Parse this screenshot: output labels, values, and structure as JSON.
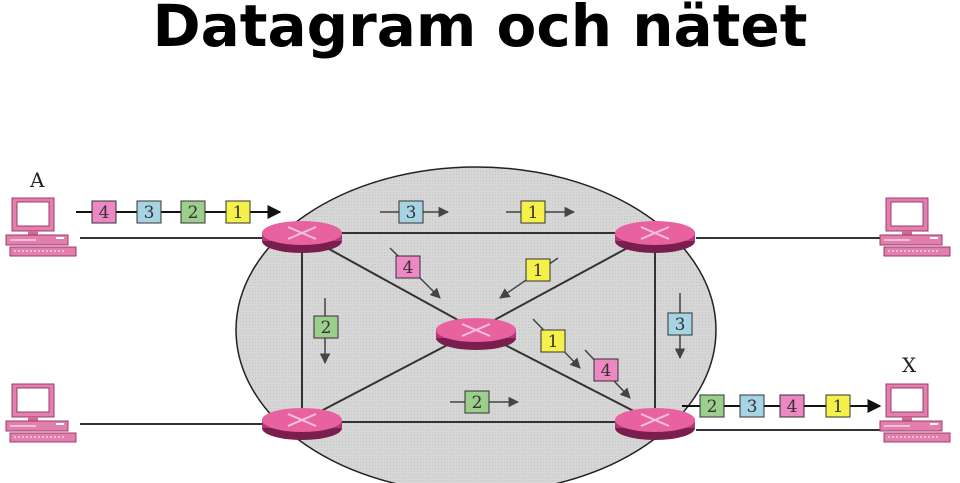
{
  "title": "Datagram och nätet",
  "hosts": {
    "source_label": "A",
    "destination_label": "X"
  },
  "colors": {
    "packet_1": "#f5f04a",
    "packet_2": "#9cce8c",
    "packet_3": "#a6d4e4",
    "packet_4": "#ee88c4",
    "network_cloud": "#d9d9d9",
    "router": "#e05a9e",
    "line": "#333333"
  },
  "packets": {
    "source_queue": [
      "4",
      "3",
      "2",
      "1"
    ],
    "top_left": "3",
    "top_right": "1",
    "diag_upper_left": "4",
    "diag_upper_right": "1",
    "left_vertical": "2",
    "right_vertical": "3",
    "diag_lower_1": "1",
    "diag_lower_4": "4",
    "bottom_middle": "2",
    "dest_queue": [
      "2",
      "3",
      "4",
      "1"
    ]
  }
}
